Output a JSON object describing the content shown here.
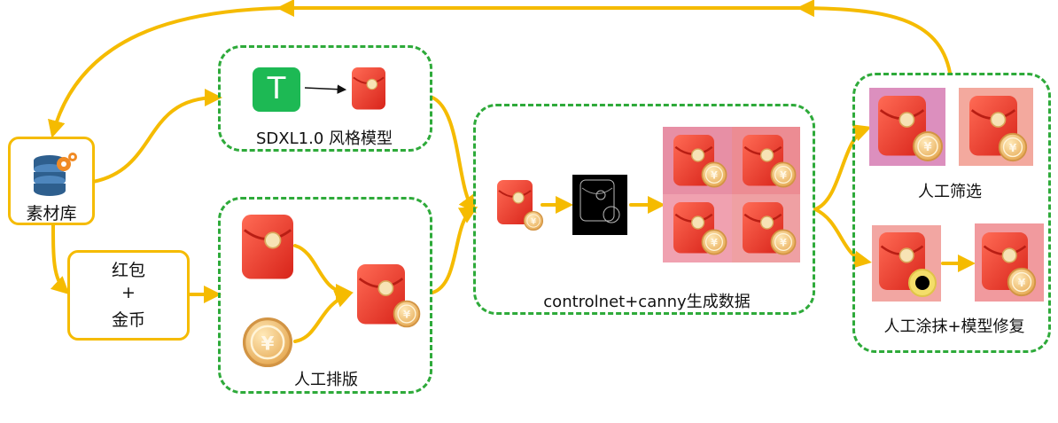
{
  "nodes": {
    "library": {
      "label": "素材库"
    },
    "materials": {
      "line1": "红包",
      "line2": "+",
      "line3": "金币"
    },
    "sdxl": {
      "label": "SDXL1.0 风格模型",
      "text_icon": "T"
    },
    "manual_layout": {
      "label": "人工排版"
    },
    "controlnet": {
      "label": "controlnet+canny生成数据"
    },
    "manual_filter": {
      "label": "人工筛选"
    },
    "manual_paint": {
      "label": "人工涂抹+模型修复"
    }
  },
  "colors": {
    "arrow_yellow": "#F5BB00",
    "dashed_green": "#2EAA3A",
    "text_icon_green": "#1DB954",
    "envelope_red": "#EE3B2D",
    "coin_gold": "#F2C27A"
  },
  "icons": [
    "database-gear-icon",
    "text-t-icon",
    "red-envelope-icon",
    "gold-coin-icon",
    "canny-edge-map"
  ]
}
